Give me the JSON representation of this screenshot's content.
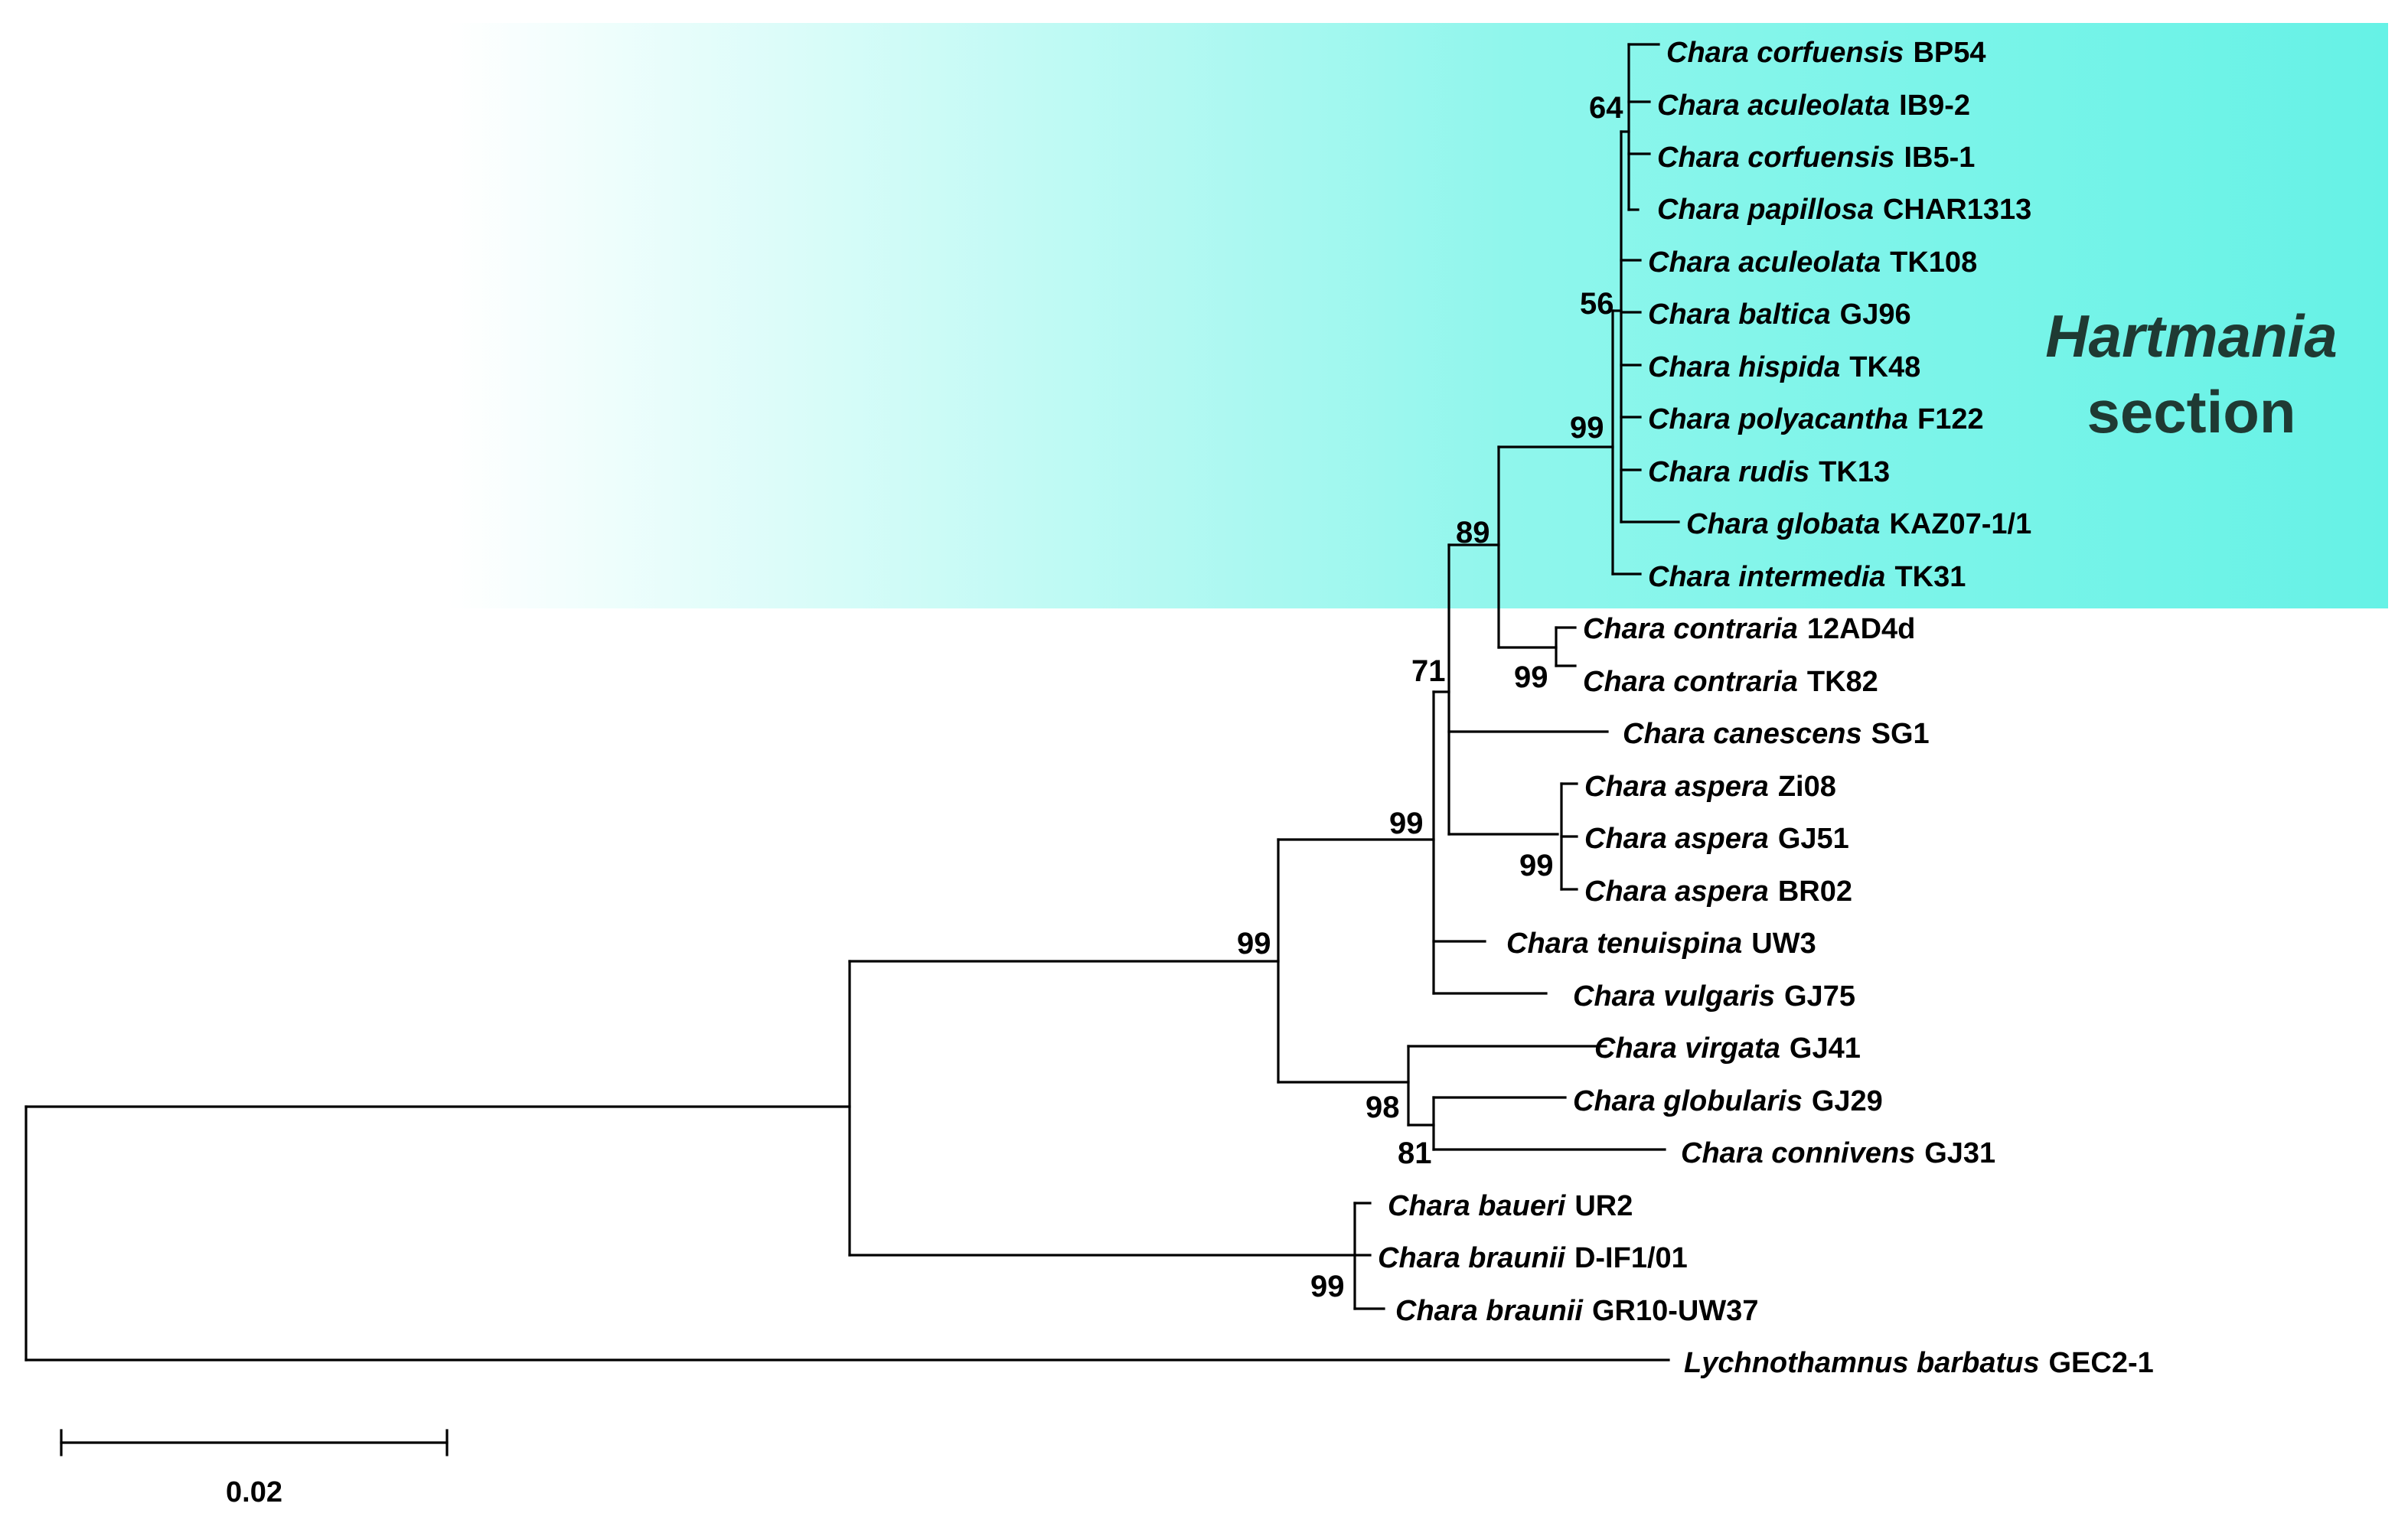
{
  "section": {
    "title_line1": "Hartmania",
    "title_line2": "section",
    "highlight_color": "#66f2e6"
  },
  "highlight_color_label": "#ff0000",
  "taxa": [
    {
      "genus_species": "Chara corfuensis",
      "code": "BP54",
      "highlight": true
    },
    {
      "genus_species": "Chara aculeolata",
      "code": "IB9-2"
    },
    {
      "genus_species": "Chara corfuensis",
      "code": "IB5-1"
    },
    {
      "genus_species": "Chara papillosa",
      "code": "CHAR1313"
    },
    {
      "genus_species": "Chara aculeolata",
      "code": "TK108"
    },
    {
      "genus_species": "Chara baltica",
      "code": "GJ96"
    },
    {
      "genus_species": "Chara hispida",
      "code": "TK48"
    },
    {
      "genus_species": "Chara polyacantha",
      "code": "F122"
    },
    {
      "genus_species": "Chara rudis",
      "code": "TK13"
    },
    {
      "genus_species": "Chara globata",
      "code": "KAZ07-1/1"
    },
    {
      "genus_species": "Chara intermedia",
      "code": "TK31"
    },
    {
      "genus_species": "Chara contraria",
      "code": "12AD4d"
    },
    {
      "genus_species": "Chara contraria",
      "code": "TK82"
    },
    {
      "genus_species": "Chara canescens",
      "code": "SG1"
    },
    {
      "genus_species": "Chara aspera",
      "code": "Zi08"
    },
    {
      "genus_species": "Chara aspera",
      "code": "GJ51"
    },
    {
      "genus_species": "Chara aspera",
      "code": "BR02"
    },
    {
      "genus_species": "Chara tenuispina",
      "code": "UW3"
    },
    {
      "genus_species": "Chara vulgaris",
      "code": "GJ75"
    },
    {
      "genus_species": "Chara virgata",
      "code": "GJ41"
    },
    {
      "genus_species": "Chara globularis",
      "code": "GJ29"
    },
    {
      "genus_species": "Chara connivens",
      "code": "GJ31"
    },
    {
      "genus_species": "Chara baueri",
      "code": "UR2"
    },
    {
      "genus_species": "Chara braunii",
      "code": "D-IF1/01"
    },
    {
      "genus_species": "Chara braunii",
      "code": "GR10-UW37"
    },
    {
      "genus_species": "Lychnothamnus barbatus",
      "code": "GEC2-1"
    }
  ],
  "bootstrap": [
    "64",
    "56",
    "99",
    "89",
    "99",
    "71",
    "99",
    "99",
    "99",
    "98",
    "81",
    "99"
  ],
  "scale_bar": {
    "label": "0.02",
    "value": 0.02
  }
}
